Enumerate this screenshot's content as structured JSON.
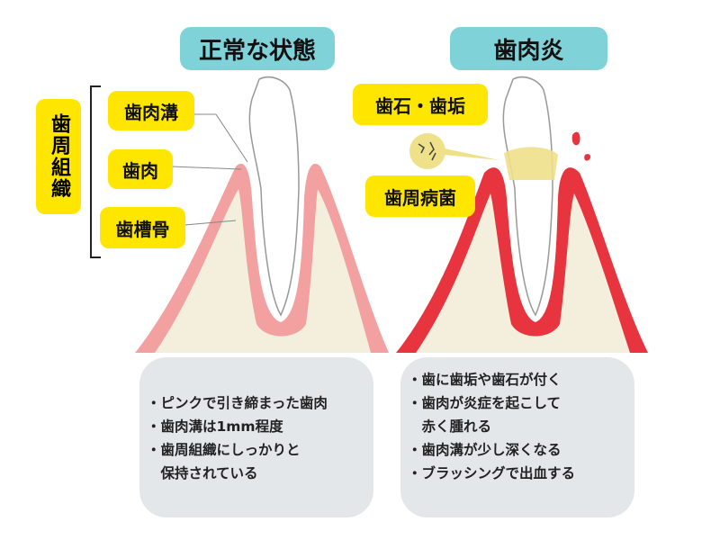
{
  "normal": {
    "title": "正常な状態",
    "labels": {
      "sulcus": "歯肉溝",
      "gum": "歯肉",
      "bone": "歯槽骨"
    },
    "group_label": "歯周組織",
    "notes": [
      "・ピンクで引き締まった歯肉",
      "・歯肉溝は1mm程度",
      "・歯周組織にしっかりと",
      "　保持されている"
    ]
  },
  "gingivitis": {
    "title": "歯肉炎",
    "labels": {
      "tartar": "歯石・歯垢",
      "bacteria": "歯周病菌"
    },
    "notes": [
      "・歯に歯垢や歯石が付く",
      "・歯肉が炎症を起こして",
      "　赤く腫れる",
      "・歯肉溝が少し深くなる",
      "・ブラッシングで出血する"
    ]
  },
  "colors": {
    "title_bg": "#7fd3d8",
    "label_bg": "#ffe600",
    "healthy_gum": "#f2a0a0",
    "inflamed_gum": "#e8343f",
    "bone": "#f3efdc",
    "box": "#e4e7ea"
  }
}
